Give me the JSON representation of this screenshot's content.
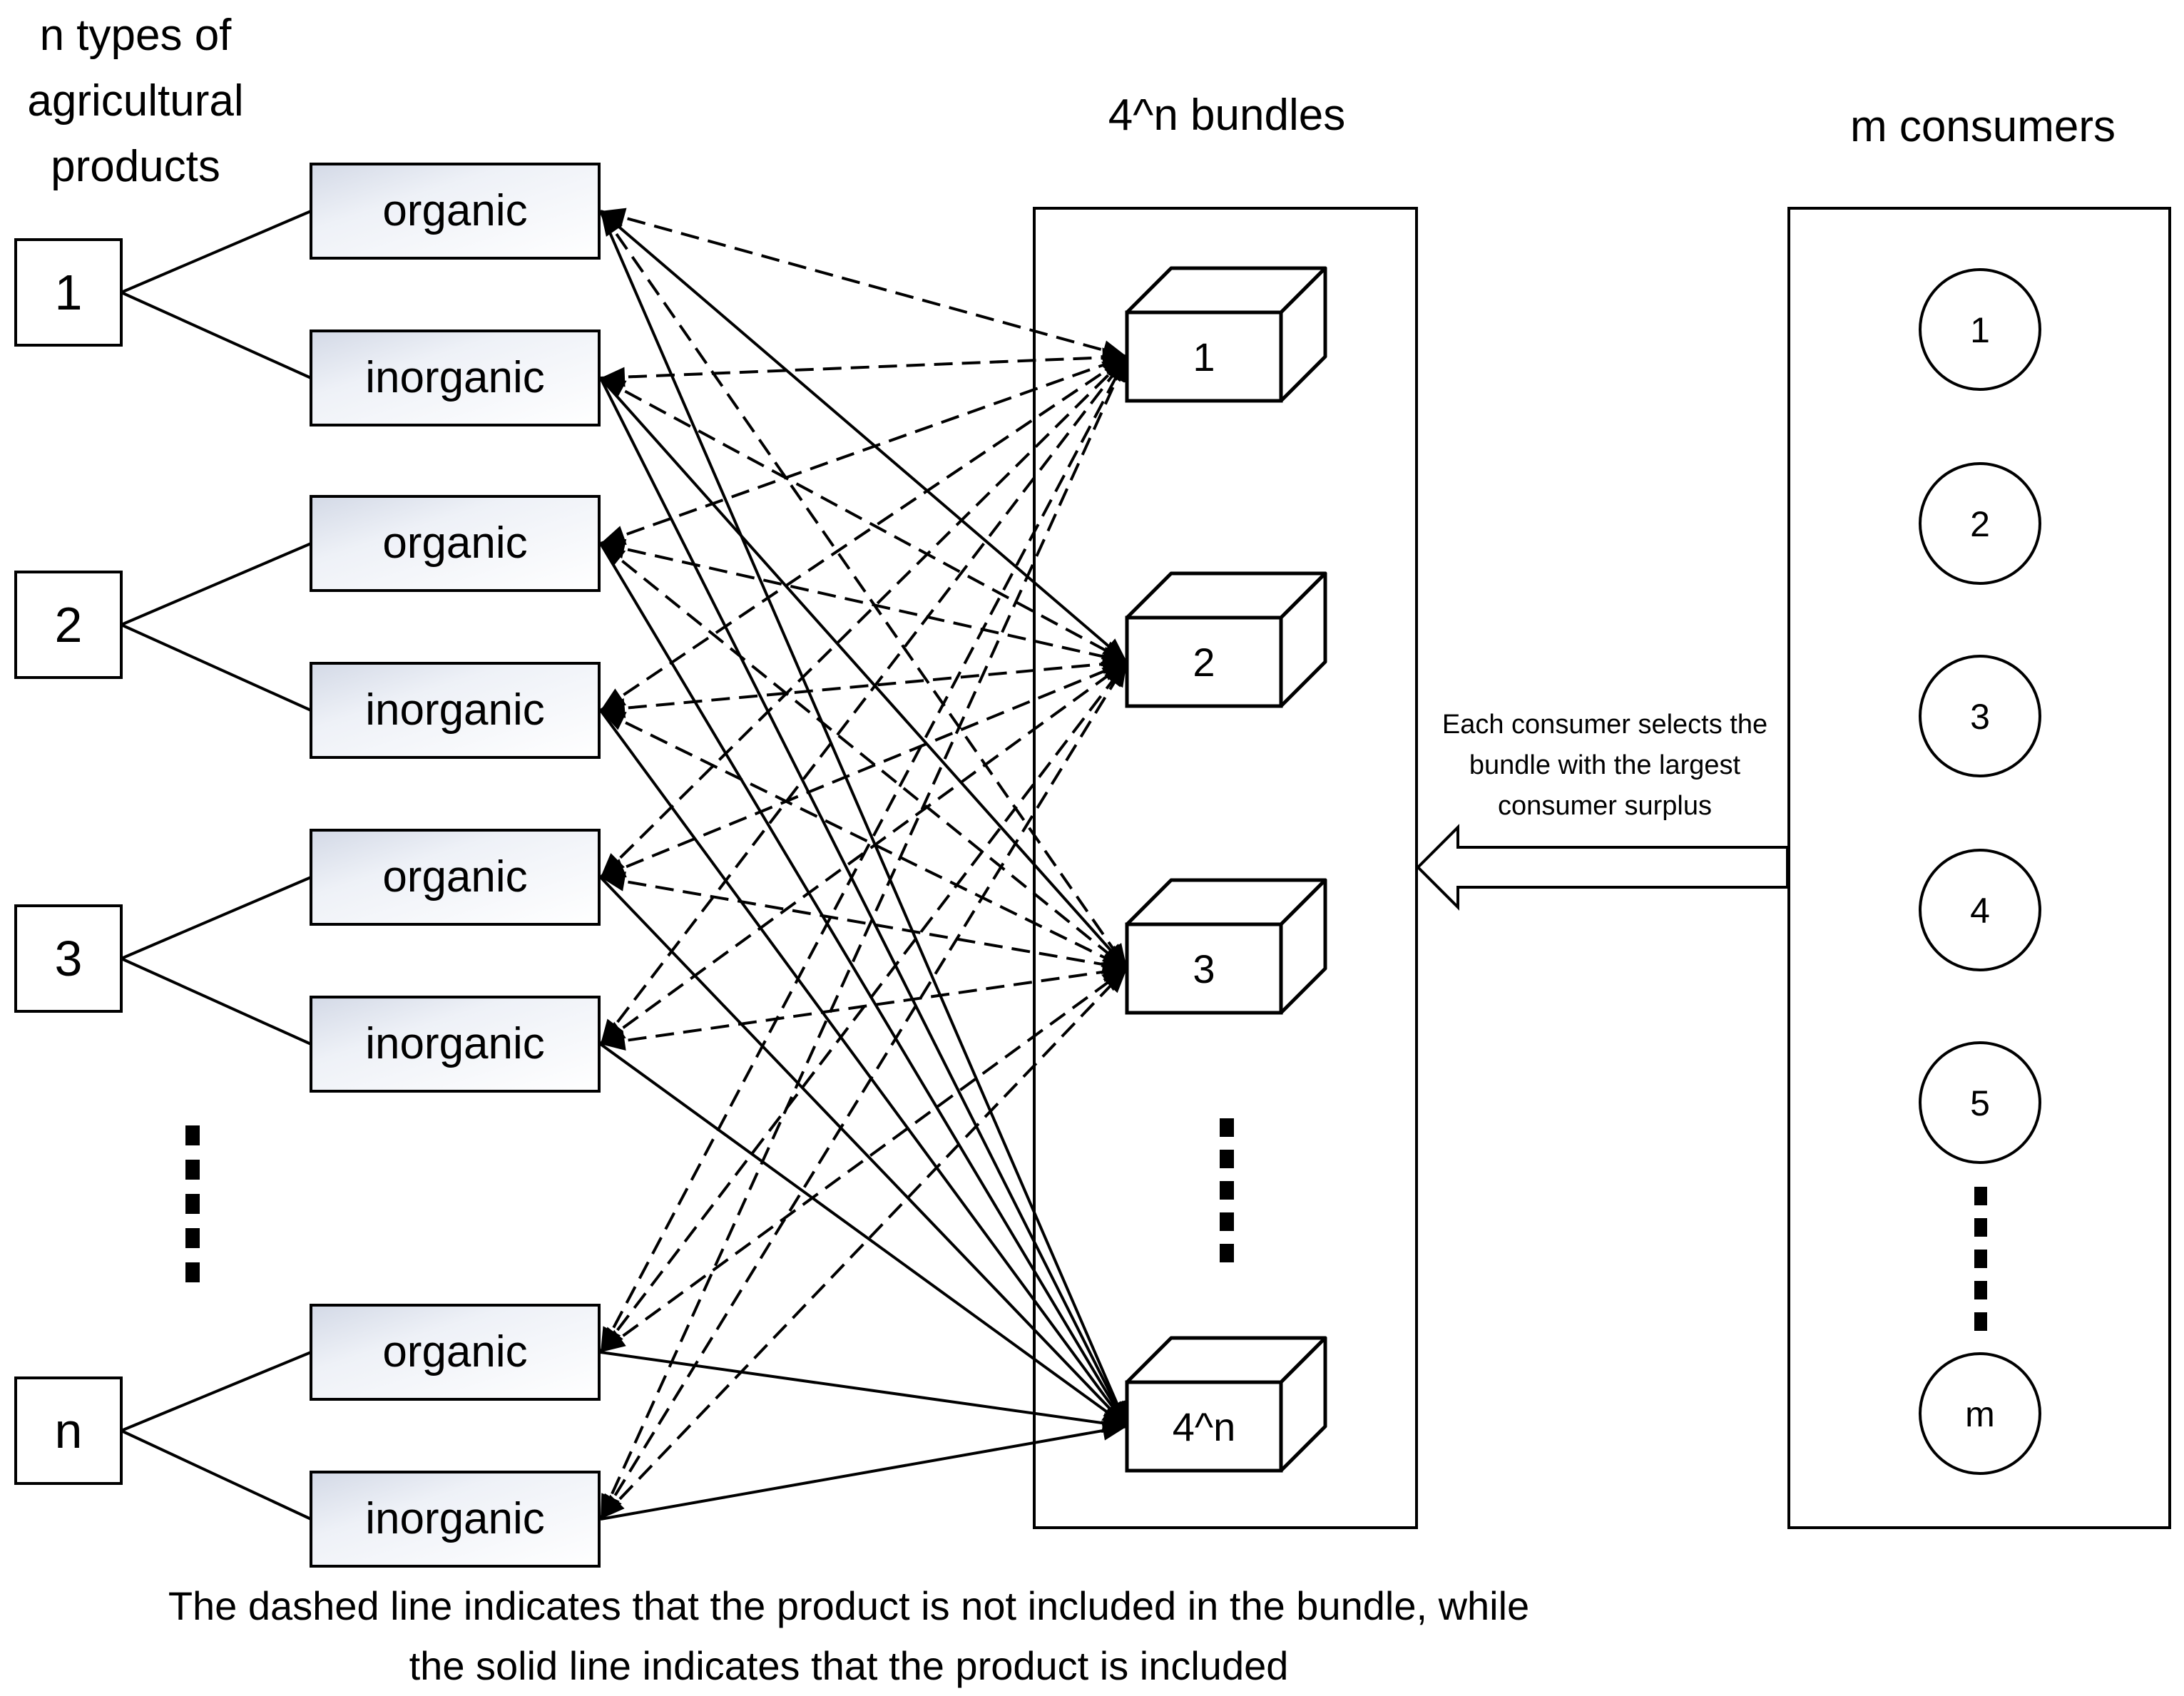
{
  "labels": {
    "products_heading": "n types of\nagricultural\nproducts",
    "bundles_heading": "4^n bundles",
    "consumers_heading": "m consumers",
    "selection_note": "Each consumer selects the bundle with the largest  consumer surplus",
    "caption": "The dashed line indicates that the product is not included in the bundle, while the solid line indicates that the product is included"
  },
  "product_types": [
    "1",
    "2",
    "3",
    "n"
  ],
  "product_variants": [
    "organic",
    "inorganic"
  ],
  "bundles": [
    "1",
    "2",
    "3",
    "4^n"
  ],
  "consumers": [
    "1",
    "2",
    "3",
    "4",
    "5",
    "m"
  ],
  "links": [
    {
      "variant": 0,
      "bundle": 0,
      "included": false
    },
    {
      "variant": 0,
      "bundle": 1,
      "included": true
    },
    {
      "variant": 0,
      "bundle": 2,
      "included": false
    },
    {
      "variant": 0,
      "bundle": 3,
      "included": true
    },
    {
      "variant": 1,
      "bundle": 0,
      "included": false
    },
    {
      "variant": 1,
      "bundle": 1,
      "included": false
    },
    {
      "variant": 1,
      "bundle": 2,
      "included": true
    },
    {
      "variant": 1,
      "bundle": 3,
      "included": true
    },
    {
      "variant": 2,
      "bundle": 0,
      "included": false
    },
    {
      "variant": 2,
      "bundle": 1,
      "included": false
    },
    {
      "variant": 2,
      "bundle": 2,
      "included": false
    },
    {
      "variant": 2,
      "bundle": 3,
      "included": true
    },
    {
      "variant": 3,
      "bundle": 0,
      "included": false
    },
    {
      "variant": 3,
      "bundle": 1,
      "included": false
    },
    {
      "variant": 3,
      "bundle": 2,
      "included": false
    },
    {
      "variant": 3,
      "bundle": 3,
      "included": true
    },
    {
      "variant": 4,
      "bundle": 0,
      "included": false
    },
    {
      "variant": 4,
      "bundle": 1,
      "included": false
    },
    {
      "variant": 4,
      "bundle": 2,
      "included": false
    },
    {
      "variant": 4,
      "bundle": 3,
      "included": true
    },
    {
      "variant": 5,
      "bundle": 0,
      "included": false
    },
    {
      "variant": 5,
      "bundle": 1,
      "included": false
    },
    {
      "variant": 5,
      "bundle": 2,
      "included": false
    },
    {
      "variant": 5,
      "bundle": 3,
      "included": true
    },
    {
      "variant": 6,
      "bundle": 0,
      "included": false
    },
    {
      "variant": 6,
      "bundle": 1,
      "included": false
    },
    {
      "variant": 6,
      "bundle": 2,
      "included": false
    },
    {
      "variant": 6,
      "bundle": 3,
      "included": true
    },
    {
      "variant": 7,
      "bundle": 0,
      "included": false
    },
    {
      "variant": 7,
      "bundle": 1,
      "included": false
    },
    {
      "variant": 7,
      "bundle": 2,
      "included": false
    },
    {
      "variant": 7,
      "bundle": 3,
      "included": true
    }
  ]
}
